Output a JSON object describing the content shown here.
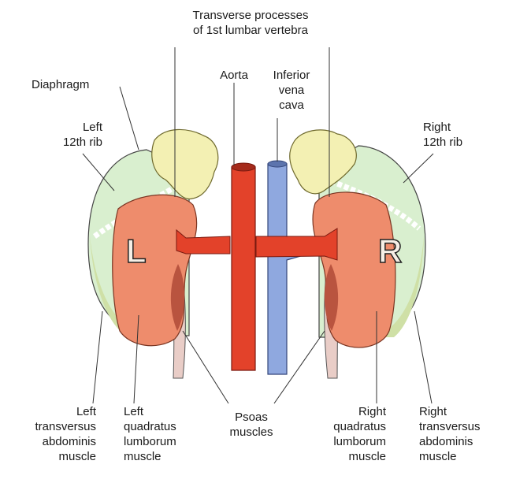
{
  "labels": {
    "transverse": {
      "line1": "Transverse processes",
      "line2": "of 1st lumbar vertebra"
    },
    "aorta": "Aorta",
    "ivc": {
      "line1": "Inferior",
      "line2": "vena",
      "line3": "cava"
    },
    "diaphragm": "Diaphragm",
    "left_rib": {
      "line1": "Left",
      "line2": "12th rib"
    },
    "right_rib": {
      "line1": "Right",
      "line2": "12th rib"
    },
    "left_transversus": {
      "line1": "Left",
      "line2": "transversus",
      "line3": "abdominis",
      "line4": "muscle"
    },
    "left_quadratus": {
      "line1": "Left",
      "line2": "quadratus",
      "line3": "lumborum",
      "line4": "muscle"
    },
    "psoas": {
      "line1": "Psoas",
      "line2": "muscles"
    },
    "right_quadratus": {
      "line1": "Right",
      "line2": "quadratus",
      "line3": "lumborum",
      "line4": "muscle"
    },
    "right_transversus": {
      "line1": "Right",
      "line2": "transversus",
      "line3": "abdominis",
      "line4": "muscle"
    }
  },
  "kidney_letters": {
    "left": "L",
    "right": "R"
  },
  "colors": {
    "diaphragm": "#d9efcf",
    "muscle_band": "#cfe0a6",
    "kidney": "#ee8c6c",
    "kidney_dark": "#b9543f",
    "adrenal": "#f3f0b3",
    "aorta": "#e3422a",
    "vena_cava": "#8fa8df",
    "psoas": "#e9cdc7",
    "leader_line": "#333333"
  }
}
